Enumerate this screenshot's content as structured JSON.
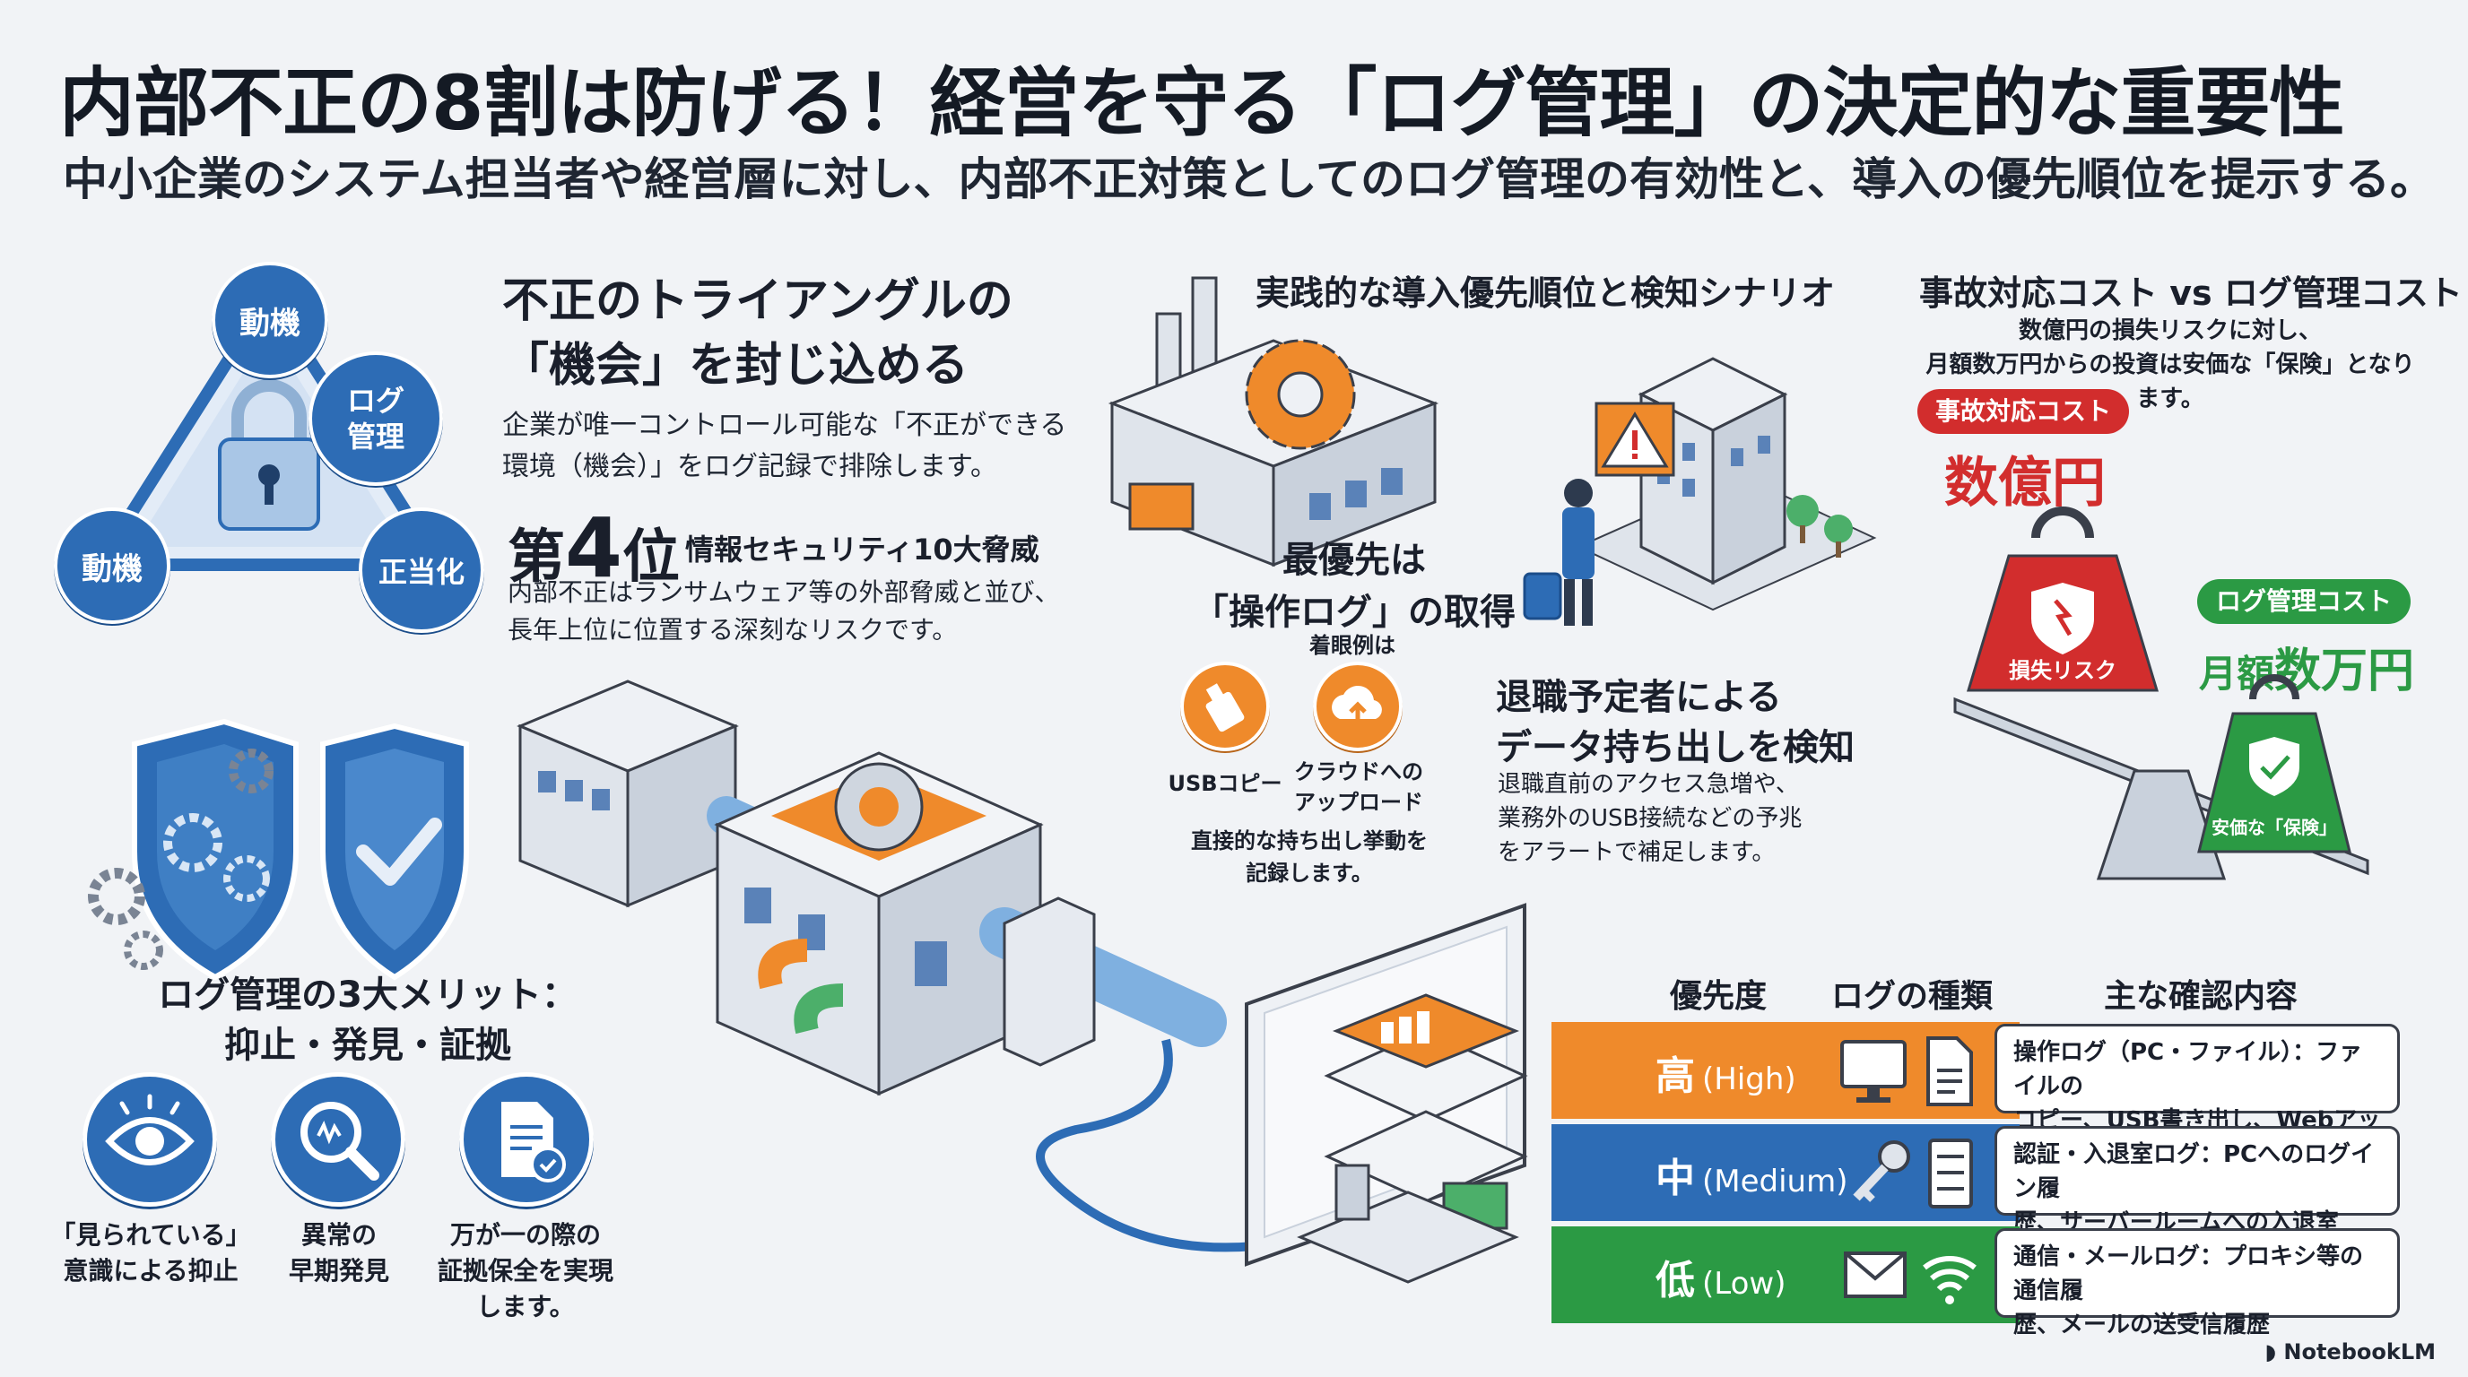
{
  "title": "内部不正の8割は防げる！経営を守る「ログ管理」の決定的な重要性",
  "subtitle": "中小企業のシステム担当者や経営層に対し、内部不正対策としてのログ管理の有効性と、導入の優先順位を提示する。",
  "triangle": {
    "nodes": [
      "動機",
      "ログ\n管理",
      "動機",
      "正当化"
    ],
    "heading_line1": "不正のトライアングルの",
    "heading_line2": "「機会」を封じ込める",
    "body_line1": "企業が唯一コントロール可能な「不正ができる",
    "body_line2": "環境（機会）」をログ記録で排除します。",
    "rank_prefix": "第",
    "rank_number": "4",
    "rank_suffix": "位",
    "rank_caption": "情報セキュリティ10大脅威",
    "rank_body_line1": "内部不正はランサムウェア等の外部脅威と並び、",
    "rank_body_line2": "長年上位に位置する深刻なリスクです。"
  },
  "merits": {
    "title_line1": "ログ管理の3大メリット：",
    "title_line2": "抑止・発見・証拠",
    "items": [
      {
        "icon": "eye-icon",
        "caption_line1": "「見られている」",
        "caption_line2": "意識による抑止",
        "caption_line3": ""
      },
      {
        "icon": "magnifier-icon",
        "caption_line1": "異常の",
        "caption_line2": "早期発見",
        "caption_line3": ""
      },
      {
        "icon": "document-check-icon",
        "caption_line1": "万が一の際の",
        "caption_line2": "証拠保全を実現",
        "caption_line3": "します。"
      }
    ]
  },
  "scenario": {
    "heading": "実践的な導入優先順位と検知シナリオ",
    "priority_line1": "最優先は",
    "priority_line2": "「操作ログ」の取得",
    "examples_label": "着眼例は",
    "example_usb": "USBコピー",
    "example_cloud_line1": "クラウドへの",
    "example_cloud_line2": "アップロード",
    "direct_line1": "直接的な持ち出し挙動を",
    "direct_line2": "記録します。",
    "scene_line1": "退職予定者による",
    "scene_line2": "データ持ち出しを検知",
    "scene_body_line1": "退職直前のアクセス急増や、",
    "scene_body_line2": "業務外のUSB接続などの予兆",
    "scene_body_line3": "をアラートで補足します。"
  },
  "cost": {
    "heading": "事故対応コスト vs ログ管理コスト",
    "sub_line1": "数億円の損失リスクに対し、",
    "sub_line2": "月額数万円からの投資は安価な「保険」となります。",
    "incident_pill": "事故対応コスト",
    "incident_value": "数億円",
    "incident_weight_label": "損失リスク",
    "log_pill": "ログ管理コスト",
    "log_value_prefix": "月額",
    "log_value": "数万円",
    "log_weight_label": "安価な「保険」",
    "colors": {
      "red": "#d22d2d",
      "green": "#2b9a44"
    }
  },
  "table": {
    "headers": [
      "優先度",
      "ログの種類",
      "主な確認内容"
    ],
    "rows": [
      {
        "level": "高",
        "level_en": "(High)",
        "color": "#ef8a2b",
        "icons": [
          "monitor-icon",
          "file-icon"
        ],
        "line1": "操作ログ（PC・ファイル）：ファイルの",
        "line2": "コピー、USB書き出し、Webアップロード"
      },
      {
        "level": "中",
        "level_en": "(Medium)",
        "color": "#2d6cb5",
        "icons": [
          "key-icon",
          "server-icon"
        ],
        "line1": "認証・入退室ログ：PCへのログイン履",
        "line2": "歴、サーバールームへの入退室"
      },
      {
        "level": "低",
        "level_en": "(Low)",
        "color": "#2b9a44",
        "icons": [
          "mail-icon",
          "wifi-icon"
        ],
        "line1": "通信・メールログ：プロキシ等の通信履",
        "line2": "歴、メールの送受信履歴"
      }
    ]
  },
  "brand": "NotebookLM"
}
